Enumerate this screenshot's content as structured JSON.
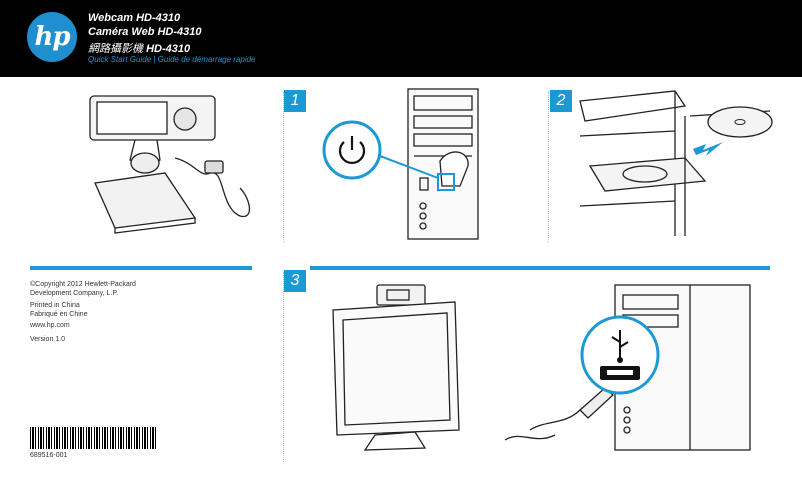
{
  "header": {
    "logo_text": "hp",
    "title_en": "Webcam HD-4310",
    "title_fr": "Caméra Web HD-4310",
    "title_zh_prefix": "網路攝影機",
    "title_zh_model": "HD-4310",
    "subtitle": "Quick Start Guide | Guide de démarrage rapide"
  },
  "steps": {
    "step1": "1",
    "step2": "2",
    "step3": "3"
  },
  "info": {
    "copyright_line1": "©Copyright 2012 Hewlett-Packard",
    "copyright_line2": "Development Company, L.P.",
    "printed_en": "Printed in China",
    "printed_fr": "Fabriqué en Chine",
    "website": "www.hp.com",
    "version": "Version 1.0"
  },
  "barcode": {
    "number": "689516-001"
  },
  "colors": {
    "accent": "#1a99d5",
    "header_bg": "#000000"
  }
}
